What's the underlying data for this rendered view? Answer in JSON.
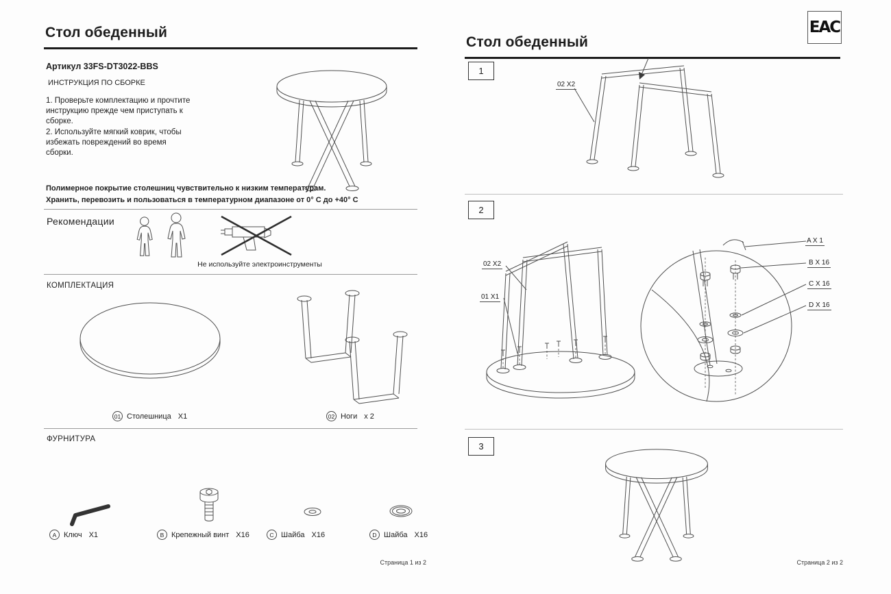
{
  "eac_logo": "ЕАС",
  "page1": {
    "title": "Стол обеденный",
    "article": "Артикул 33FS-DT3022-BBS",
    "instruction_heading": "ИНСТРУКЦИЯ ПО СБОРКЕ",
    "instruction_1": "1. Проверьте комплектацию и прочтите инструкцию прежде чем приступать к сборке.",
    "instruction_2": "2. Используйте мягкий коврик, чтобы избежать повреждений во время сборки.",
    "warning_1": "Полимерное покрытие столешниц чувствительно к низким температурам.",
    "warning_2": "Хранить, перевозить и пользоваться в температурном диапазоне от 0° С до +40° С",
    "recommendations_heading": "Рекомендации",
    "no_power_tools": "Не используйте электроинструменты",
    "components_heading": "КОМПЛЕКТАЦИЯ",
    "components": [
      {
        "code": "01",
        "name": "Столешница",
        "qty": "X1"
      },
      {
        "code": "02",
        "name": "Ноги",
        "qty": "x 2"
      }
    ],
    "hardware_heading": "ФУРНИТУРА",
    "hardware": [
      {
        "code": "A",
        "name": "Ключ",
        "qty": "X1"
      },
      {
        "code": "B",
        "name": "Крепежный винт",
        "qty": "X16"
      },
      {
        "code": "C",
        "name": "Шайба",
        "qty": "X16"
      },
      {
        "code": "D",
        "name": "Шайба",
        "qty": "X16"
      }
    ],
    "footer": "Страница 1 из 2"
  },
  "page2": {
    "title": "Стол обеденный",
    "step1": {
      "number": "1",
      "part_label": "02 X2"
    },
    "step2": {
      "number": "2",
      "part_label_1": "02 X2",
      "part_label_2": "01 X1",
      "callouts": [
        "A X 1",
        "B X 16",
        "C X 16",
        "D X 16"
      ]
    },
    "step3": {
      "number": "3"
    },
    "footer": "Страница 2 из 2"
  }
}
